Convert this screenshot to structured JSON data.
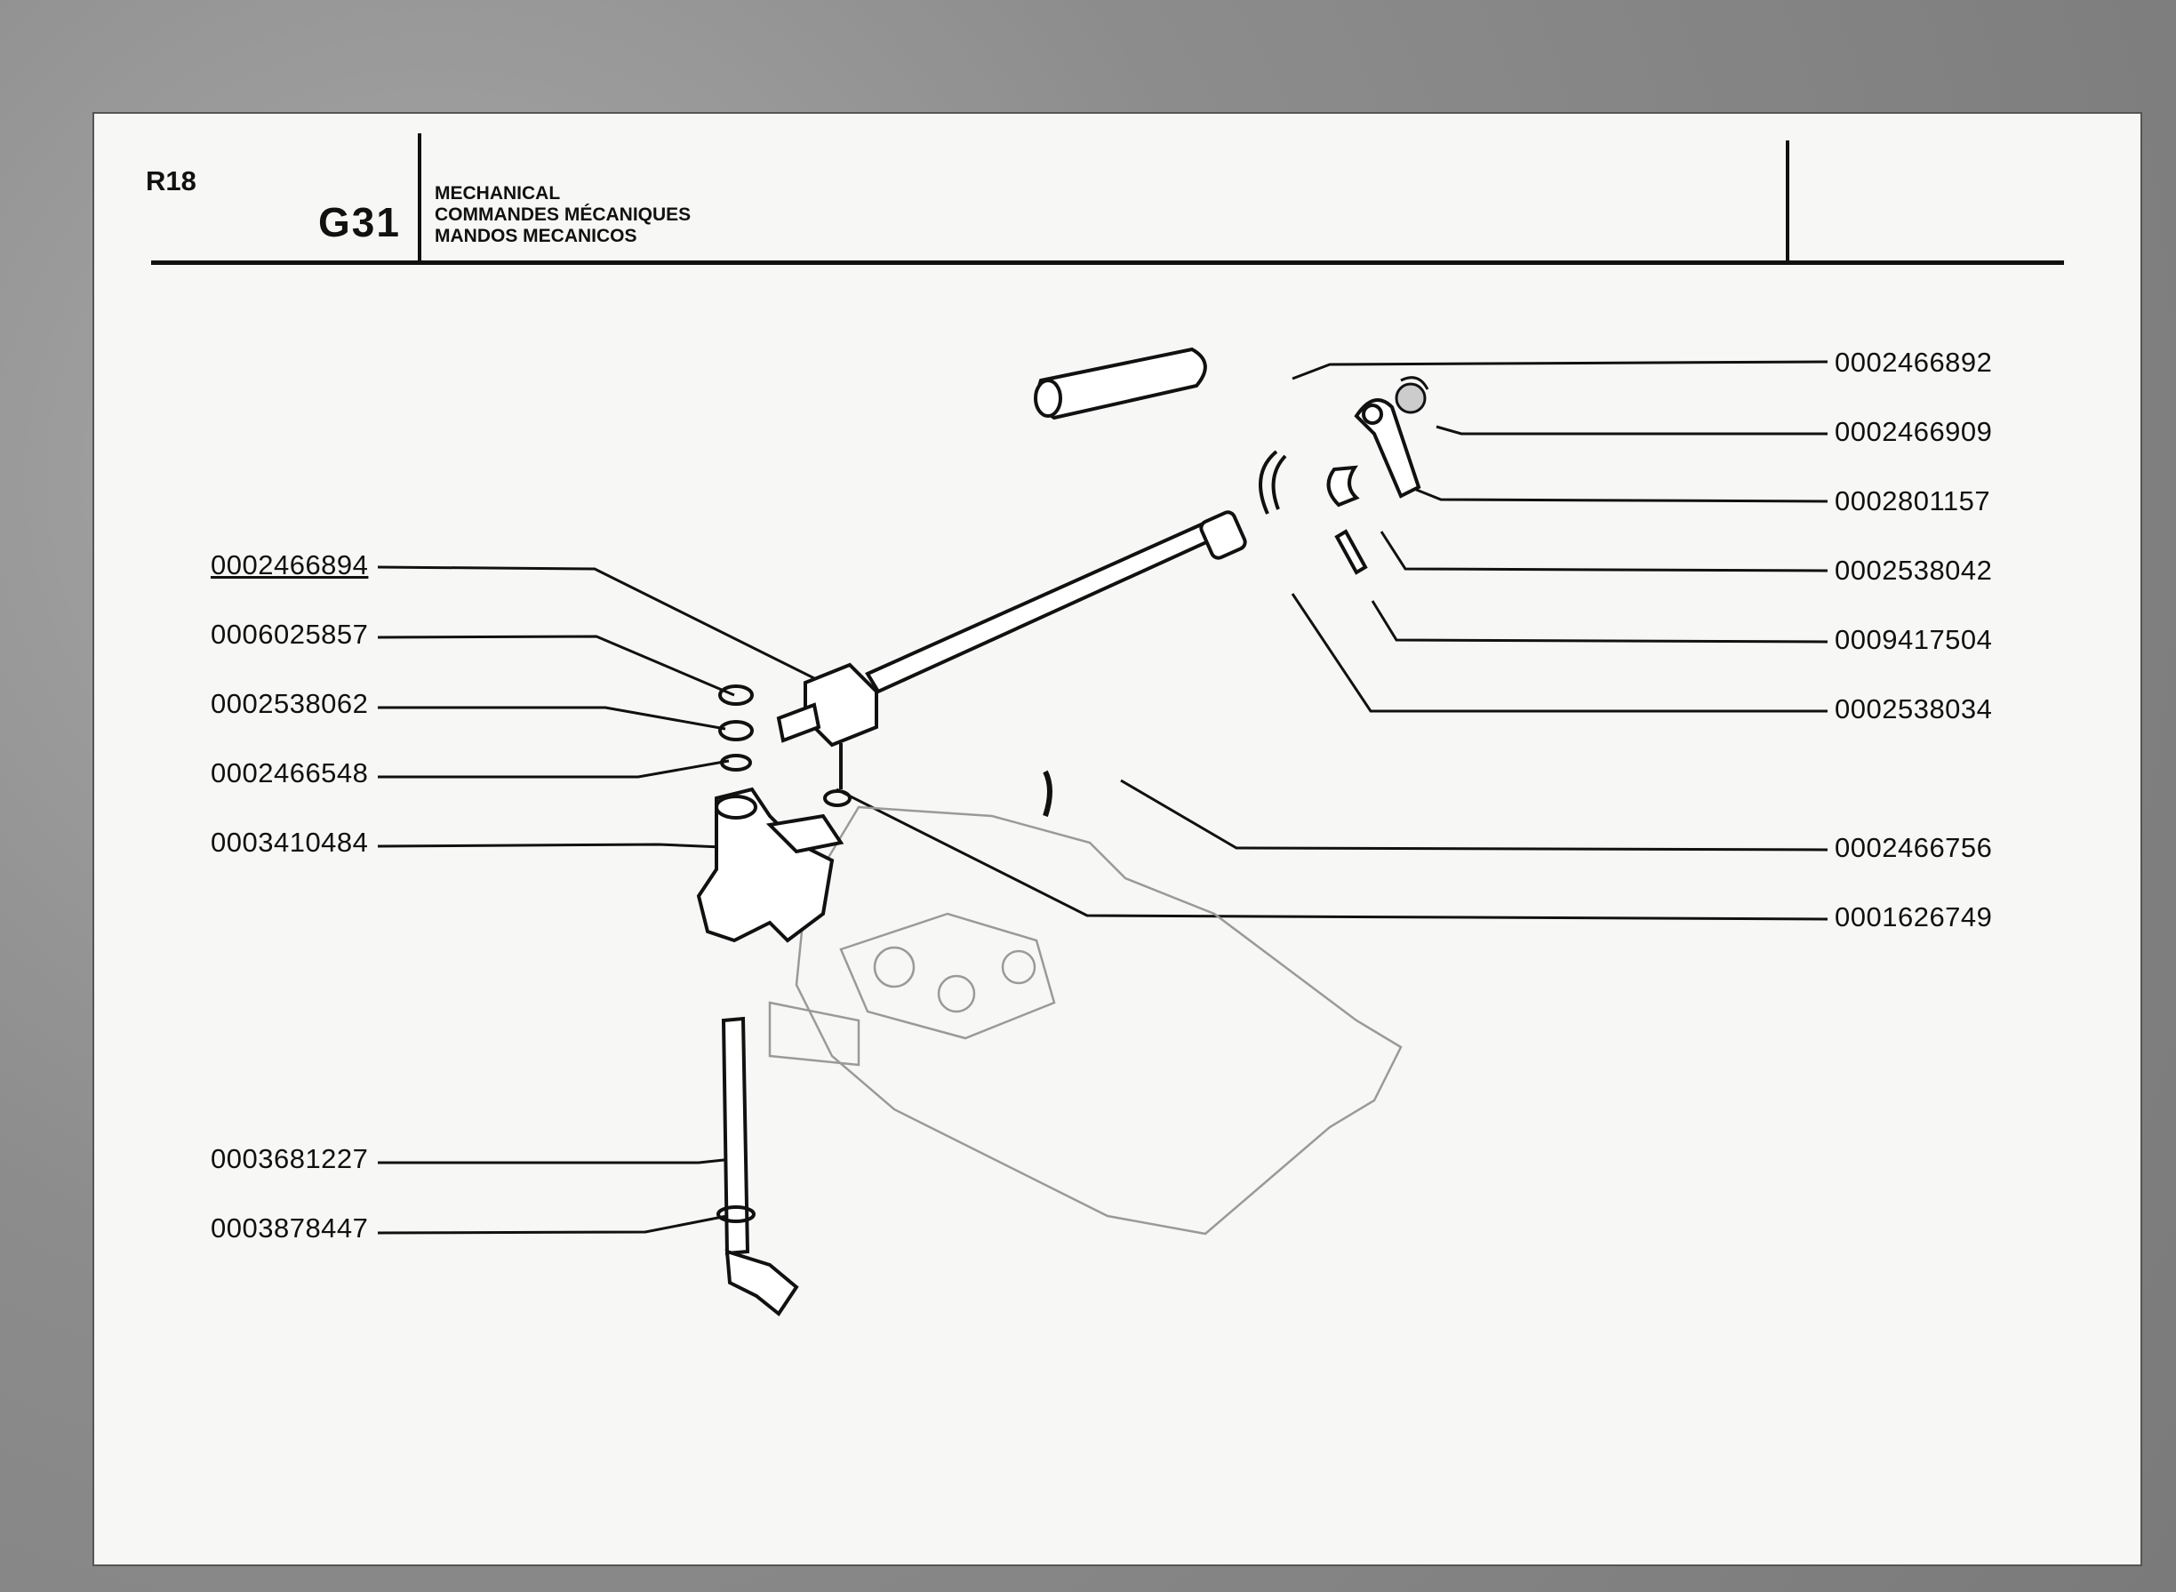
{
  "header": {
    "model": "R18",
    "group": "G31",
    "titles": [
      "MECHANICAL",
      "COMMANDES MÉCANIQUES",
      "MANDOS MECANICOS"
    ]
  },
  "parts_left": [
    "0002466894",
    "0006025857",
    "0002538062",
    "0002466548",
    "0003410484",
    "0003681227",
    "0003878447"
  ],
  "parts_right": [
    "0002466892",
    "0002466909",
    "0002801157",
    "0002538042",
    "0009417504",
    "0002538034",
    "0002466756",
    "0001626749"
  ]
}
